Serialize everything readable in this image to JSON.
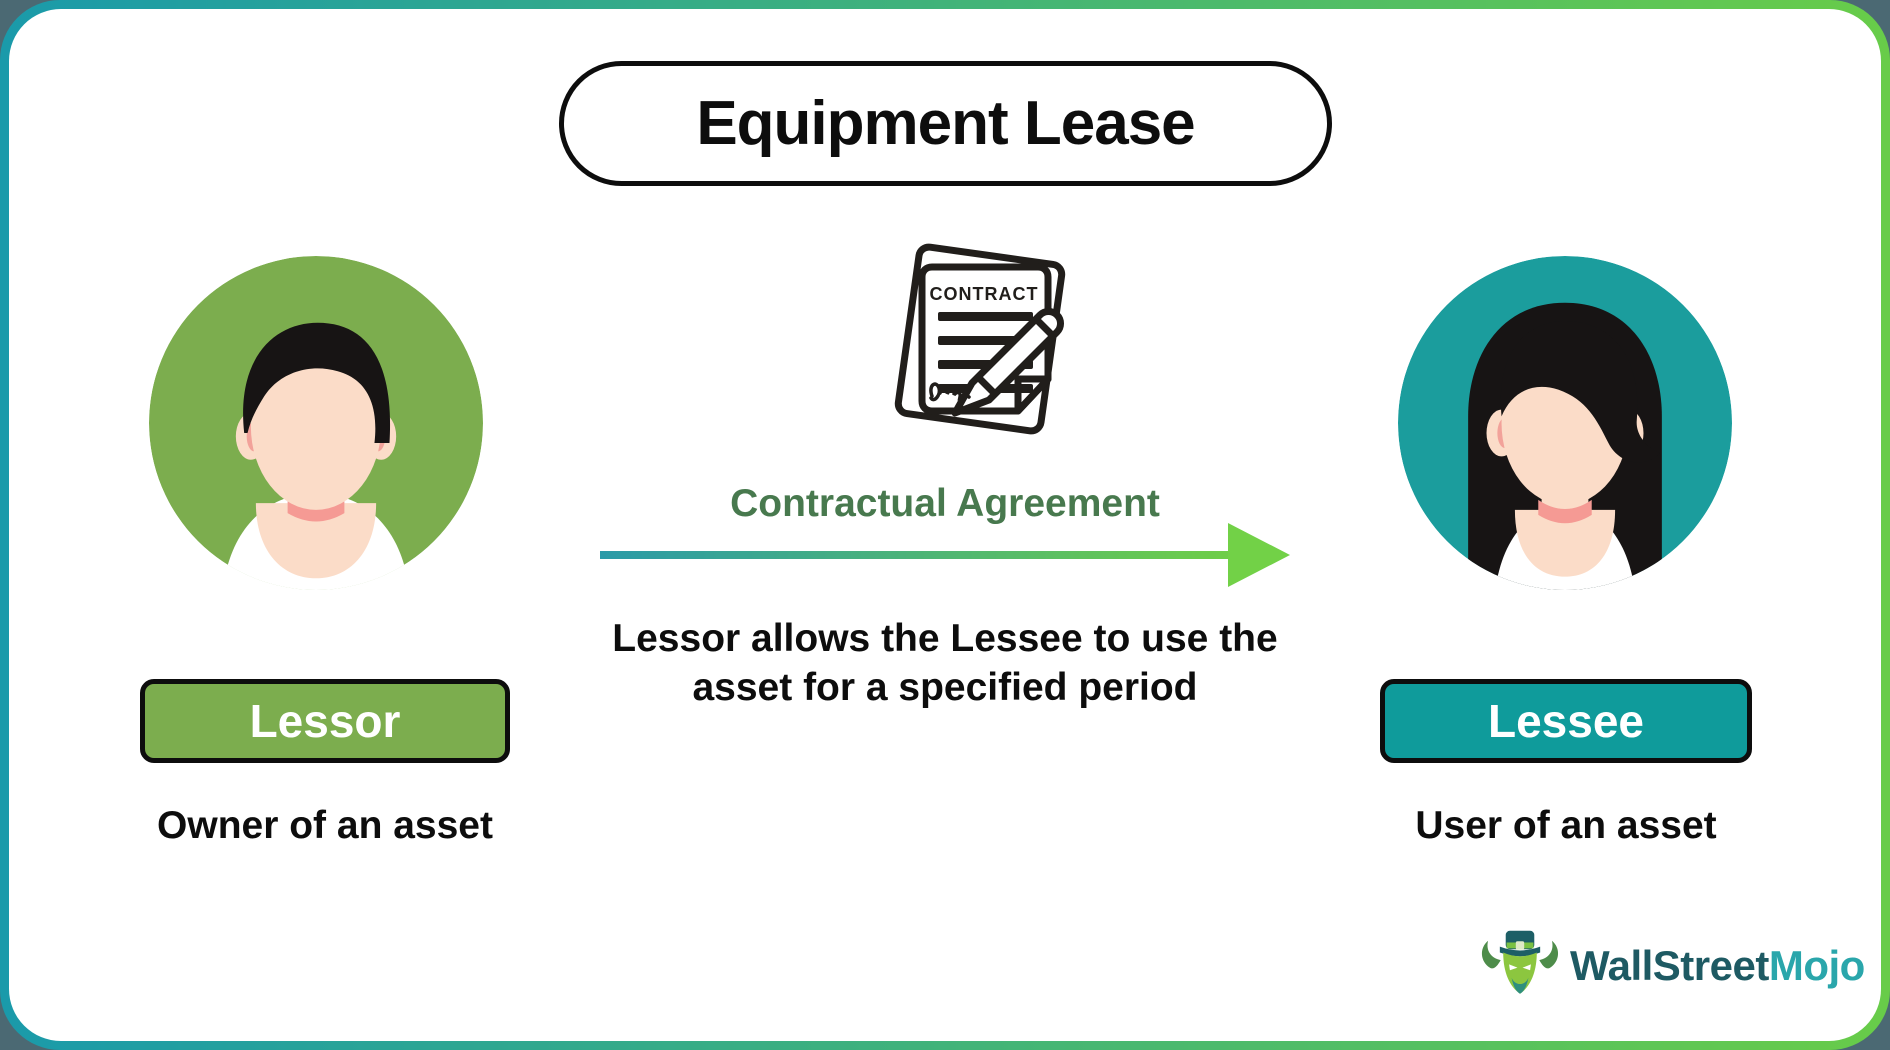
{
  "title": {
    "text": "Equipment Lease"
  },
  "lessor": {
    "label": "Lessor",
    "caption": "Owner of an asset"
  },
  "lessee": {
    "label": "Lessee",
    "caption": "User of an asset"
  },
  "agreement": {
    "heading": "Contractual Agreement",
    "contract_doc_label": "CONTRACT",
    "note_line1": "Lessor allows the Lessee to use the",
    "note_line2": "asset for a specified period"
  },
  "branding": {
    "brand_part1": "WallStreet",
    "brand_part2": "Mojo"
  },
  "icons": {
    "contract_icon": "contract-document-with-pen-icon",
    "arrow_icon": "gradient-right-arrow-icon",
    "lessor_avatar_icon": "male-person-avatar-icon",
    "lessee_avatar_icon": "female-person-avatar-icon",
    "brand_logo_icon": "wallstreetmojo-bull-icon"
  },
  "colors": {
    "outside_bg": "#4b6973",
    "frame_gradient_start": "#1a9aaa",
    "frame_gradient_end": "#68cc49",
    "ink": "#0d0d0d",
    "lessor_green": "#7cad4e",
    "lessee_teal": "#1b9d9d",
    "lessee_button_teal": "#0f9b9b",
    "agreement_green": "#48794e",
    "arrow_start": "#2a9aa8",
    "arrow_end": "#6fce47",
    "brand_dark": "#1e5a63",
    "brand_teal": "#2aa6ab"
  }
}
